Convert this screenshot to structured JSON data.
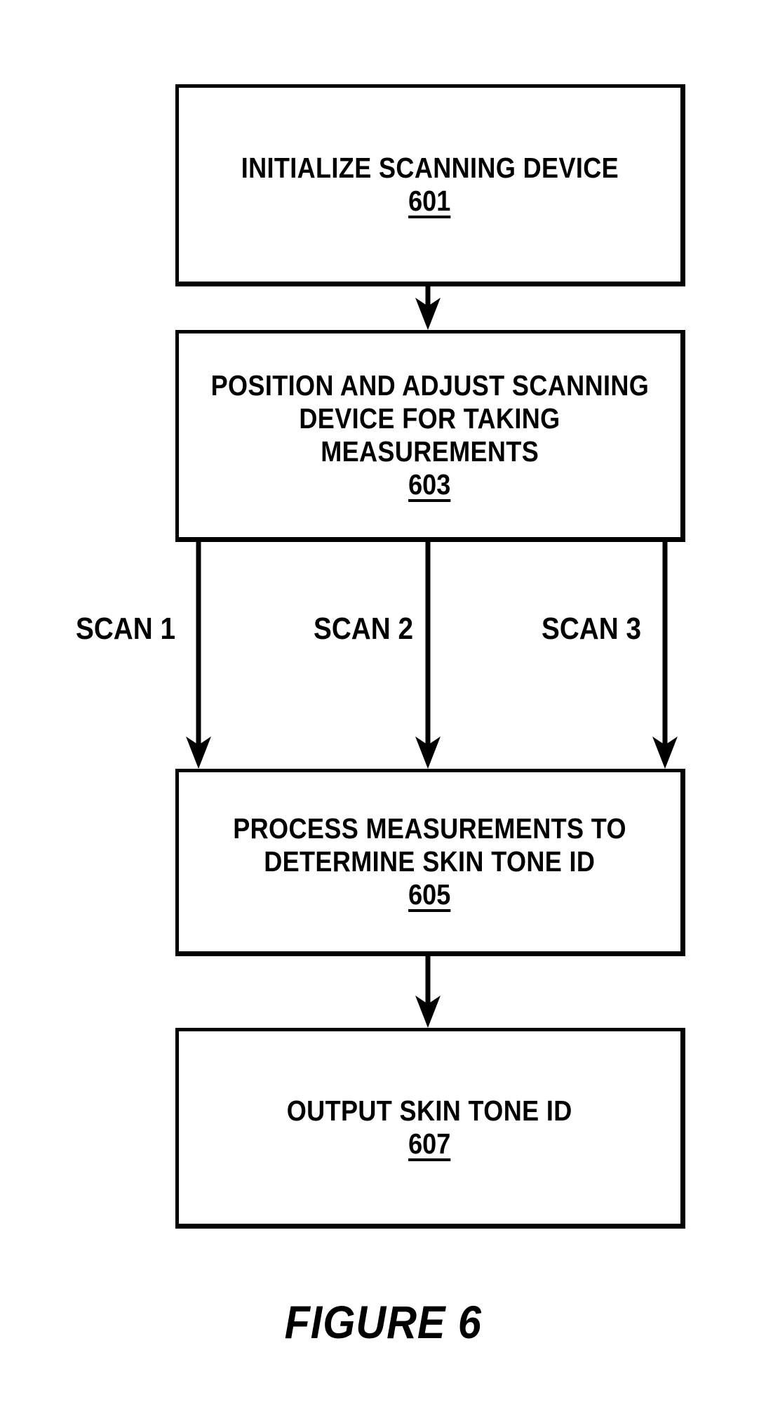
{
  "figure": {
    "caption": "FIGURE 6",
    "type": "patent-flowchart"
  },
  "flowchart": {
    "nodes": [
      {
        "id": "601",
        "lines": [
          "INITIALIZE SCANNING DEVICE"
        ],
        "ref": "601"
      },
      {
        "id": "603",
        "lines": [
          "POSITION AND ADJUST SCANNING",
          "DEVICE FOR TAKING",
          "MEASUREMENTS"
        ],
        "ref": "603"
      },
      {
        "id": "605",
        "lines": [
          "PROCESS MEASUREMENTS TO",
          "DETERMINE SKIN TONE ID"
        ],
        "ref": "605"
      },
      {
        "id": "607",
        "lines": [
          "OUTPUT SKIN TONE ID"
        ],
        "ref": "607"
      }
    ],
    "edge_labels": {
      "scan_1": "SCAN 1",
      "scan_2": "SCAN 2",
      "scan_3": "SCAN 3"
    },
    "colors": {
      "line": "#000000",
      "background": "#ffffff"
    }
  }
}
